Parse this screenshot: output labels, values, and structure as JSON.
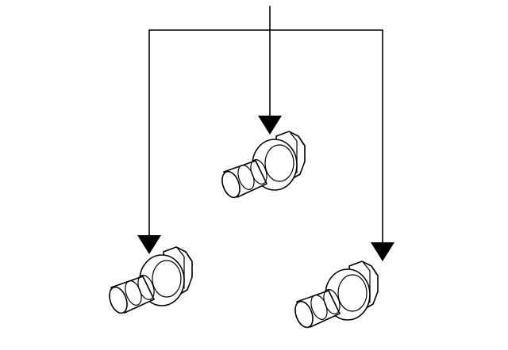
{
  "diagram": {
    "parts": [
      {
        "kind": "flange-bolt",
        "icon": "flange-bolt-icon"
      },
      {
        "kind": "flange-bolt",
        "icon": "flange-bolt-icon"
      },
      {
        "kind": "flange-bolt",
        "icon": "flange-bolt-icon"
      }
    ],
    "callout": {
      "kind": "leader-line",
      "targets": 3
    },
    "colors": {
      "line": "#000000",
      "background": "#ffffff"
    }
  }
}
